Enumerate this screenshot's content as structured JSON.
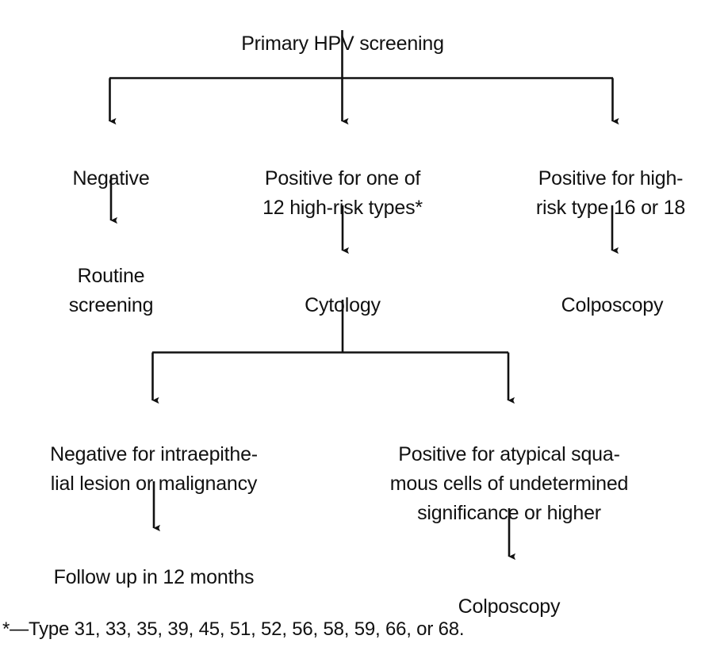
{
  "diagram": {
    "title": "Primary HPV screening algorithm",
    "type": "flowchart",
    "orientation": "top-down",
    "line_color": "#111111",
    "text_color": "#111111",
    "background": "#ffffff",
    "nodes": [
      {
        "id": "root",
        "label": "Primary HPV screening",
        "level": 0
      },
      {
        "id": "negative",
        "label": "Negative",
        "level": 1,
        "parent": "root"
      },
      {
        "id": "positive-12",
        "label": "Positive for one of\n12 high-risk types*",
        "level": 1,
        "parent": "root"
      },
      {
        "id": "positive-16-18",
        "label": "Positive for high-\nrisk type 16 or 18",
        "level": 1,
        "parent": "root"
      },
      {
        "id": "routine-screening",
        "label": "Routine\nscreening",
        "level": 2,
        "parent": "negative"
      },
      {
        "id": "cytology",
        "label": "Cytology",
        "level": 2,
        "parent": "positive-12"
      },
      {
        "id": "colposcopy-right",
        "label": "Colposcopy",
        "level": 2,
        "parent": "positive-16-18"
      },
      {
        "id": "nilm",
        "label": "Negative for intraepithe-\nlial lesion or malignancy",
        "level": 3,
        "parent": "cytology"
      },
      {
        "id": "ascus",
        "label": "Positive for atypical squa-\nmous cells of undetermined\nsignificance or higher",
        "level": 3,
        "parent": "cytology"
      },
      {
        "id": "follow-up",
        "label": "Follow up in 12 months",
        "level": 4,
        "parent": "nilm"
      },
      {
        "id": "colposcopy-bottom",
        "label": "Colposcopy",
        "level": 4,
        "parent": "ascus"
      }
    ],
    "footnote": "*—Type 31, 33, 35, 39, 45, 51, 52, 56, 58, 59, 66, or 68."
  }
}
